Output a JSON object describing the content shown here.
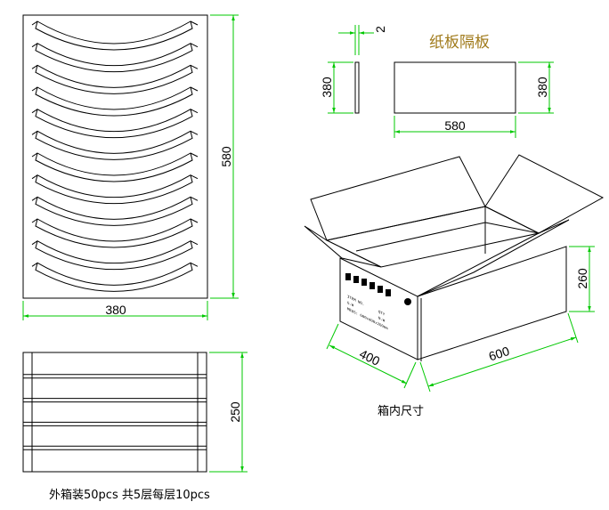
{
  "colors": {
    "dimension": "#00c800",
    "outline": "#000000",
    "divider_title": "#a07a1a"
  },
  "tray_front": {
    "slots": 12,
    "dim_height": "580",
    "dim_width": "380"
  },
  "tray_side": {
    "layers": 5,
    "dim_height": "250"
  },
  "divider": {
    "title": "纸板隔板",
    "thickness": "2",
    "side_height": "380",
    "height": "380",
    "width": "580"
  },
  "box": {
    "height": "260",
    "depth": "400",
    "length": "600",
    "caption": "箱内尺寸",
    "label_lines": [
      "ITEM NO.",
      "QTY",
      "G.W",
      "N.W",
      "MEAS: 600x400x260mm"
    ]
  },
  "packing_note": "外箱装50pcs  共5层每层10pcs"
}
